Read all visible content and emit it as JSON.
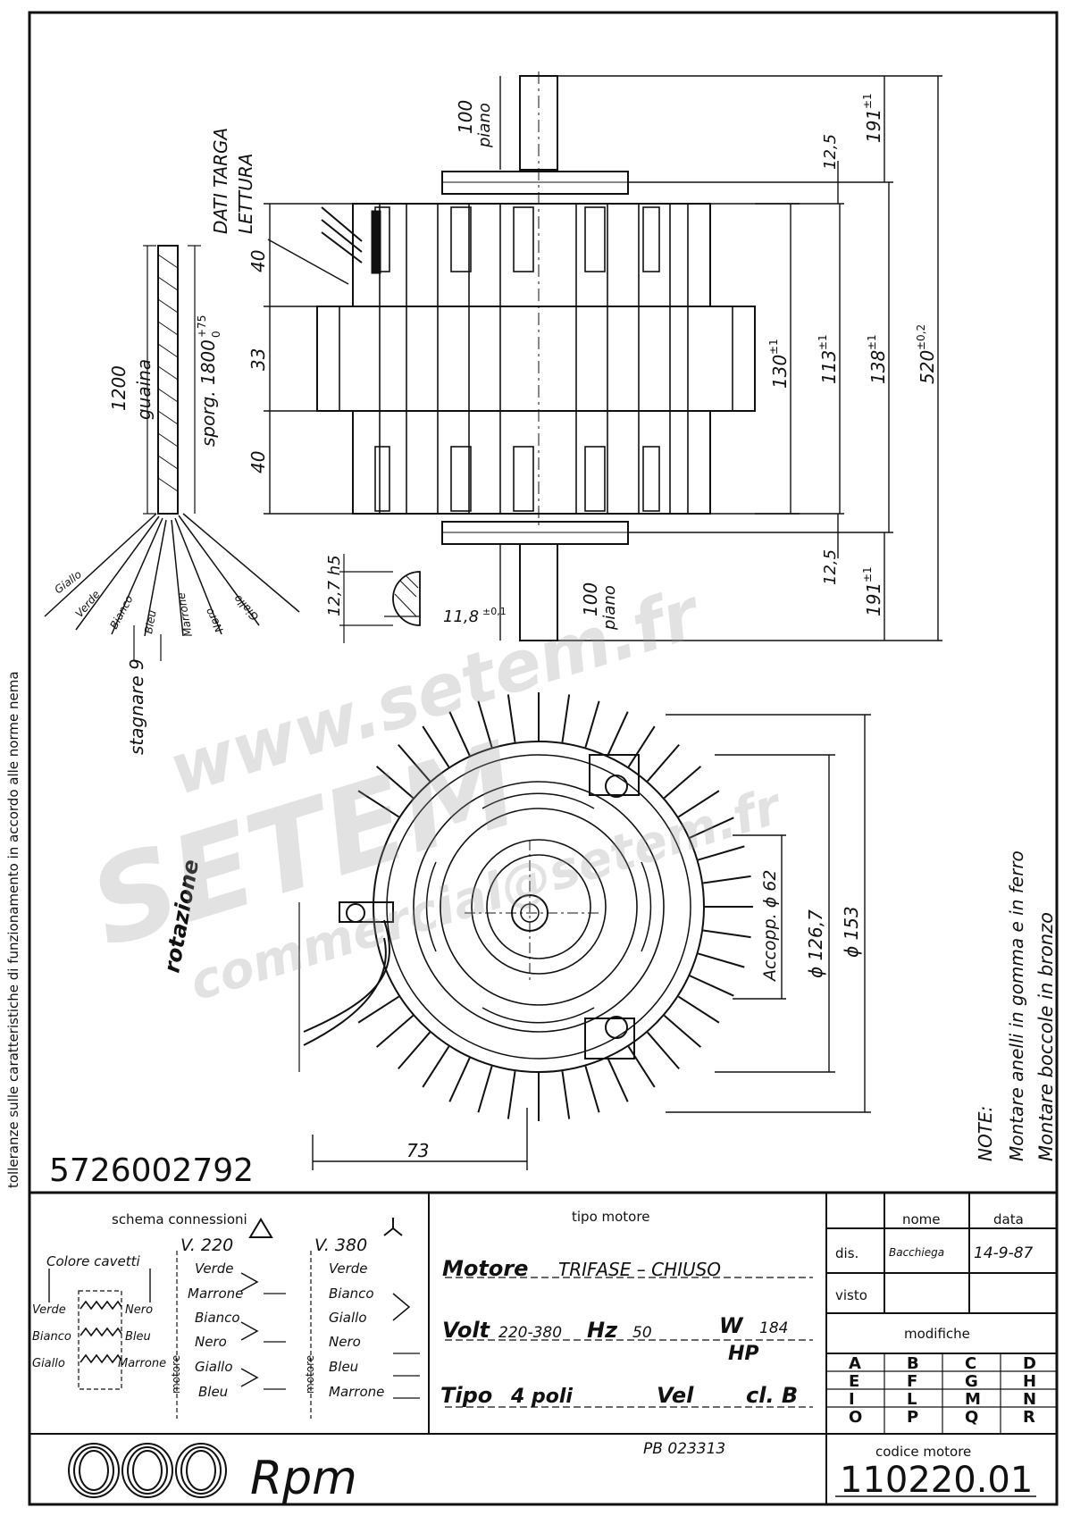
{
  "drawing": {
    "part_number": "5726002792",
    "side_note": "tolleranze sulle caratteristiche di funzionamento in accordo alle norme nema",
    "watermark": {
      "site": "www.setem.fr",
      "brand": "SETEM",
      "email": "commercial@setem.fr"
    }
  },
  "side_view": {
    "plate_label_1": "DATI TARGA",
    "plate_label_2": "LETTURA",
    "dim_40_top": "40",
    "dim_33": "33",
    "dim_40_bot": "40",
    "dim_130": "130",
    "dim_130_tol": "±1",
    "dim_113": "113",
    "dim_113_tol": "±1",
    "dim_138": "138",
    "dim_138_tol": "±1",
    "dim_520": "520",
    "dim_520_tol": "±0,2",
    "dim_191_top": "191",
    "dim_191_top_tol": "±1",
    "dim_191_bot": "191",
    "dim_191_bot_tol": "±1",
    "dim_12_5_top": "12,5",
    "dim_12_5_bot": "12,5",
    "shaft_top_len": "100",
    "shaft_top_flat": "piano",
    "shaft_bot_len": "100",
    "shaft_bot_flat": "piano",
    "shaft_dia": "12,7 h5",
    "flat_dim": "11,8",
    "flat_tol": "±0,1"
  },
  "cable": {
    "length": "1200",
    "sheath": "guaina",
    "overhang": "sporg. 1800",
    "overhang_tol_plus": "+75",
    "overhang_tol_minus": "0",
    "tin": "stagnare 9",
    "wires": [
      "Giallo",
      "Verde",
      "Bianco",
      "Bleu",
      "Marrone",
      "Nero",
      "Giallo"
    ]
  },
  "front_view": {
    "rotation": "rotazione",
    "dia_fit": "Accopp. ϕ 62",
    "dia_inner": "ϕ 126,7",
    "dia_outer": "ϕ 153",
    "dim_73": "73"
  },
  "notes": {
    "title": "NOTE:",
    "line1": "Montare anelli in gomma  e in ferro",
    "line2": "Montare boccole in bronzo"
  },
  "title_block": {
    "schema_title": "schema    connessioni",
    "colore_cavetti": "Colore cavetti",
    "v220": "V. 220",
    "v380": "V. 380",
    "motore_label": "motore",
    "left_wires": [
      "Verde",
      "Bianco",
      "Giallo"
    ],
    "right_wires": [
      "Nero",
      "Bleu",
      "Marrone"
    ],
    "v220_wires": [
      "Verde",
      "Marrone",
      "Bianco",
      "Nero",
      "Giallo",
      "Bleu"
    ],
    "v380_wires": [
      "Verde",
      "Bianco",
      "Giallo",
      "Nero",
      "Bleu",
      "Marrone"
    ],
    "tipo_motore_title": "tipo    motore",
    "motore_label_b": "Motore",
    "motore_value": "TRIFASE – CHIUSO",
    "volt_label": "Volt",
    "volt_value": "220-380",
    "hz_label": "Hz",
    "hz_value": "50",
    "w_label": "W",
    "w_value": "184",
    "hp_label": "HP",
    "tipo_label": "Tipo",
    "tipo_value": "4  poli",
    "vel_label": "Vel",
    "cl_label": "cl. B",
    "pb_code": "PB 023313",
    "nome_header": "nome",
    "data_header": "data",
    "dis_label": "dis.",
    "dis_name": "Bacchiega",
    "dis_date": "14-9-87",
    "visto_label": "visto",
    "modifiche": "modifiche",
    "mod_letters": [
      "A",
      "B",
      "C",
      "D",
      "E",
      "F",
      "G",
      "H",
      "I",
      "L",
      "M",
      "N",
      "O",
      "P",
      "Q",
      "R"
    ],
    "codice_title": "codice motore",
    "codice_value": "110220.01",
    "logo_text": "Rpm"
  }
}
